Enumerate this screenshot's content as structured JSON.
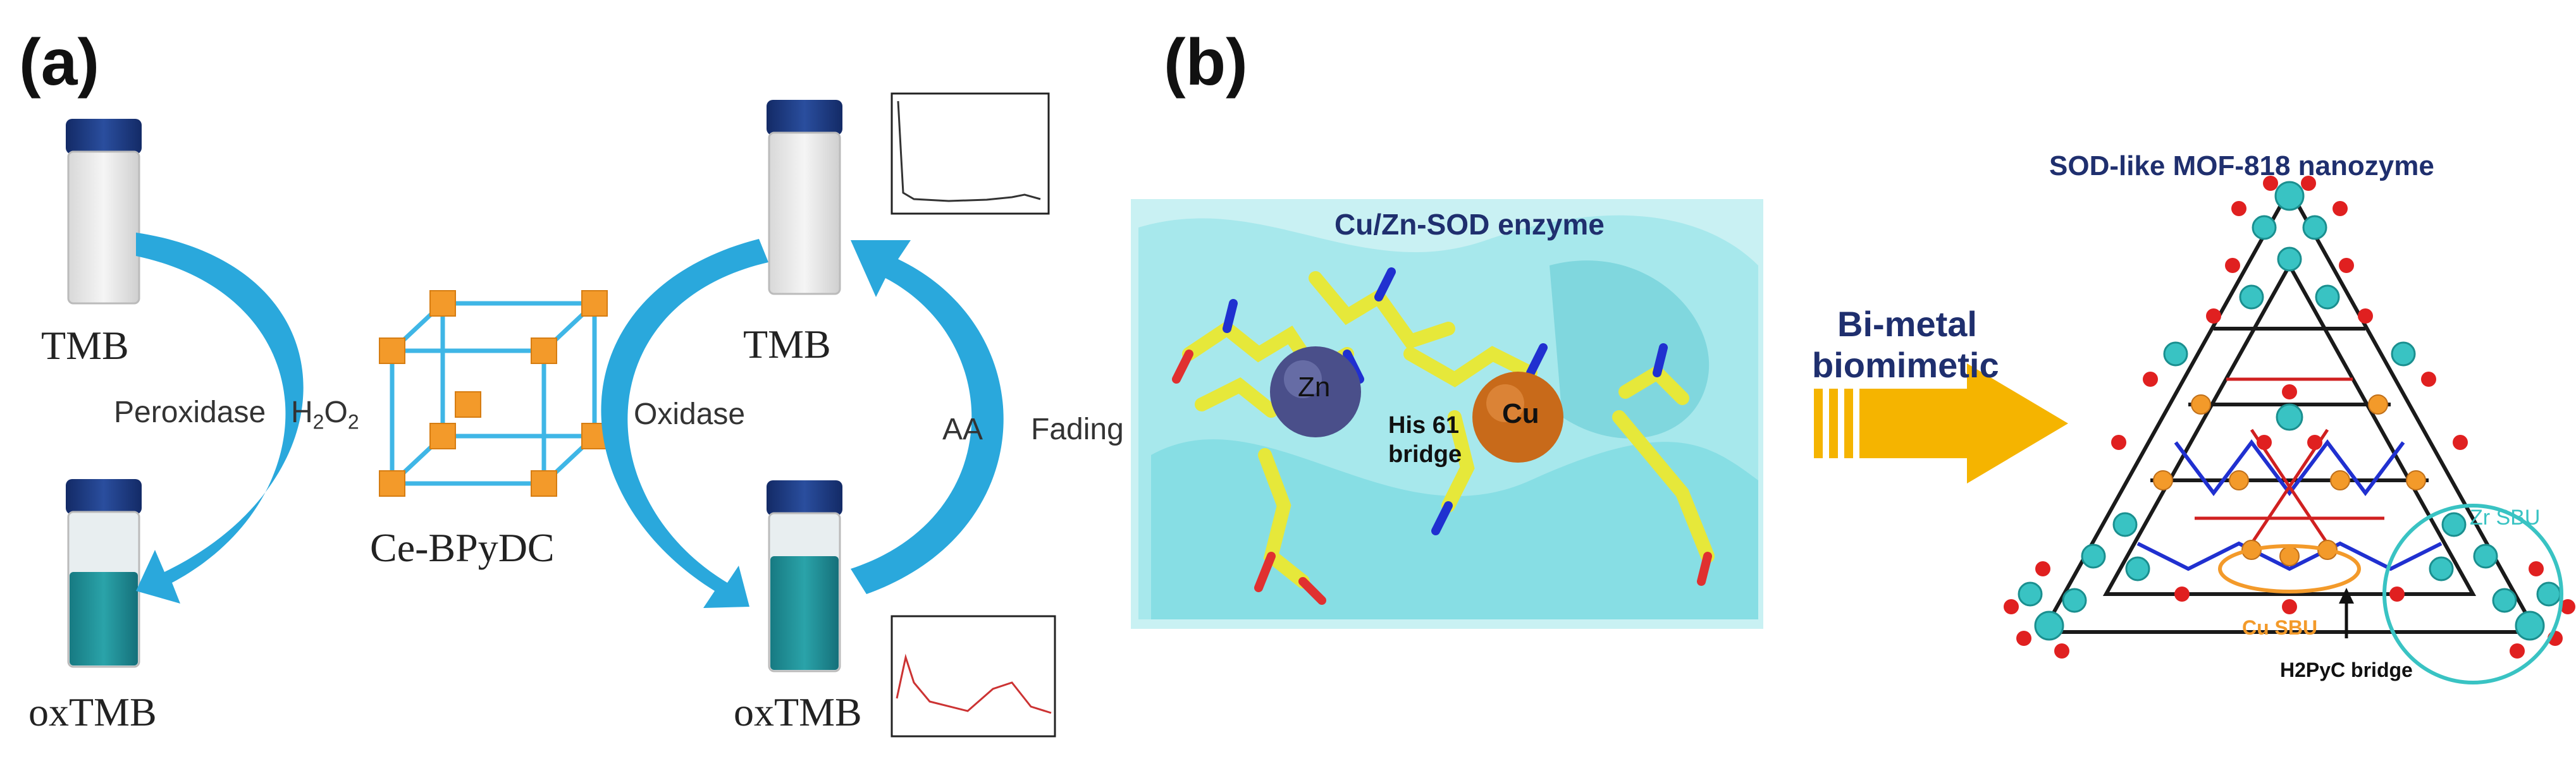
{
  "panel_a": {
    "label": "(a)",
    "vial_top_left_label": "TMB",
    "vial_bottom_left_label": "oxTMB",
    "vial_top_right_label": "TMB",
    "vial_bottom_right_label": "oxTMB",
    "peroxidase_label": "Peroxidase",
    "h2o2_label": "H",
    "h2o2_sub1": "2",
    "h2o2_mid": "O",
    "h2o2_sub2": "2",
    "material_label": "Ce-BPyDC",
    "oxidase_label": "Oxidase",
    "aa_label": "AA",
    "fading_label": "Fading",
    "colors": {
      "arrow": "#2aa8dc",
      "cube_edge": "#3fb6e6",
      "cube_node": "#f39a2a",
      "oxtmb": "#1f8f96",
      "spectrum": "#cc3333"
    }
  },
  "panel_b": {
    "label": "(b)",
    "enzyme_title": "Cu/Zn-SOD enzyme",
    "zn_label": "Zn",
    "cu_label": "Cu",
    "his_label_1": "His 61",
    "his_label_2": "bridge",
    "arrow_text_1": "Bi-metal",
    "arrow_text_2": "biomimetic",
    "mof_title": "SOD-like MOF-818 nanozyme",
    "zr_sbu_label": "Zr SBU",
    "cu_sbu_label": "Cu SBU",
    "bridge_label": "H2PyC bridge",
    "colors": {
      "title": "#1f2f6e",
      "protein": "#6fd8e0",
      "arrow": "#f5b400",
      "zr": "#39c3c3",
      "cu_sbu": "#f39a2a"
    }
  }
}
